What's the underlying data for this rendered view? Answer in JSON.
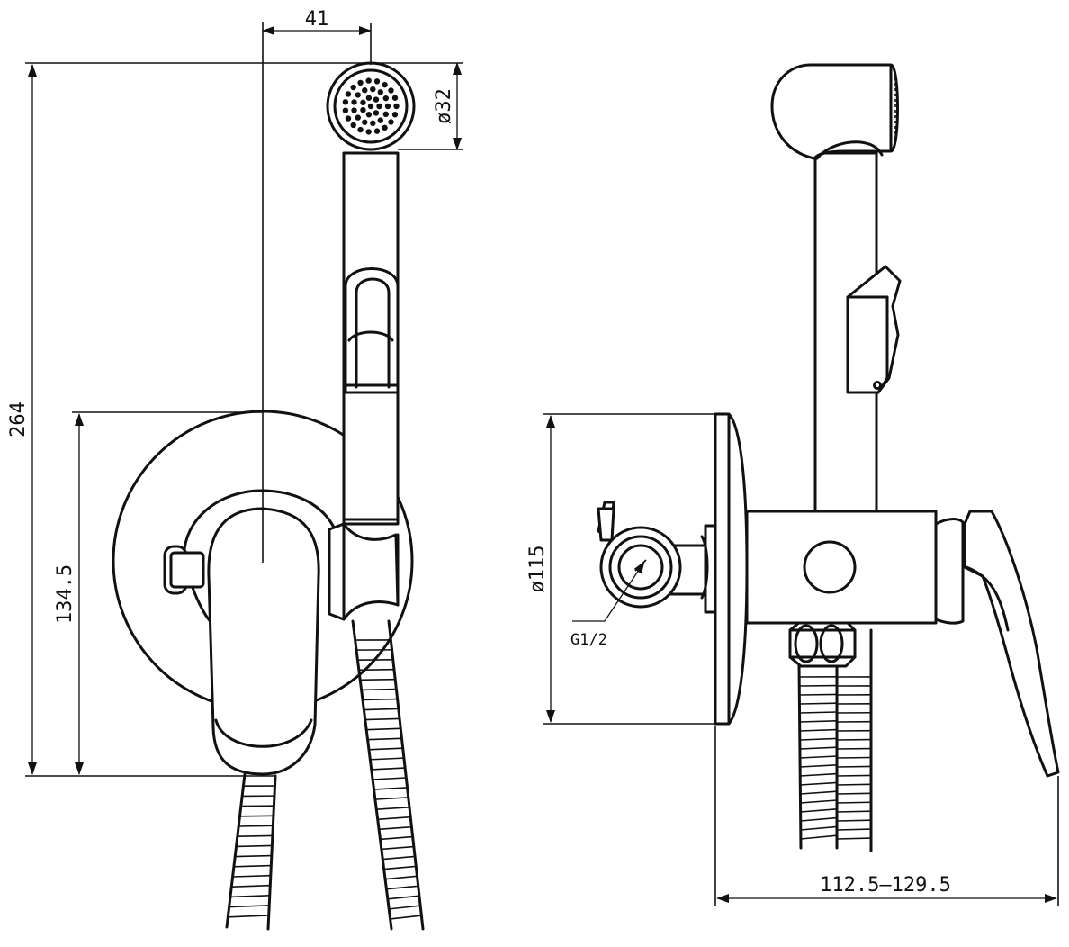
{
  "dimensions": {
    "top_width": "41",
    "head_diameter": "ø32",
    "total_height": "264",
    "lower_height": "134.5",
    "plate_diameter": "ø115",
    "thread": "G1/2",
    "depth_range": "112.5–129.5"
  }
}
